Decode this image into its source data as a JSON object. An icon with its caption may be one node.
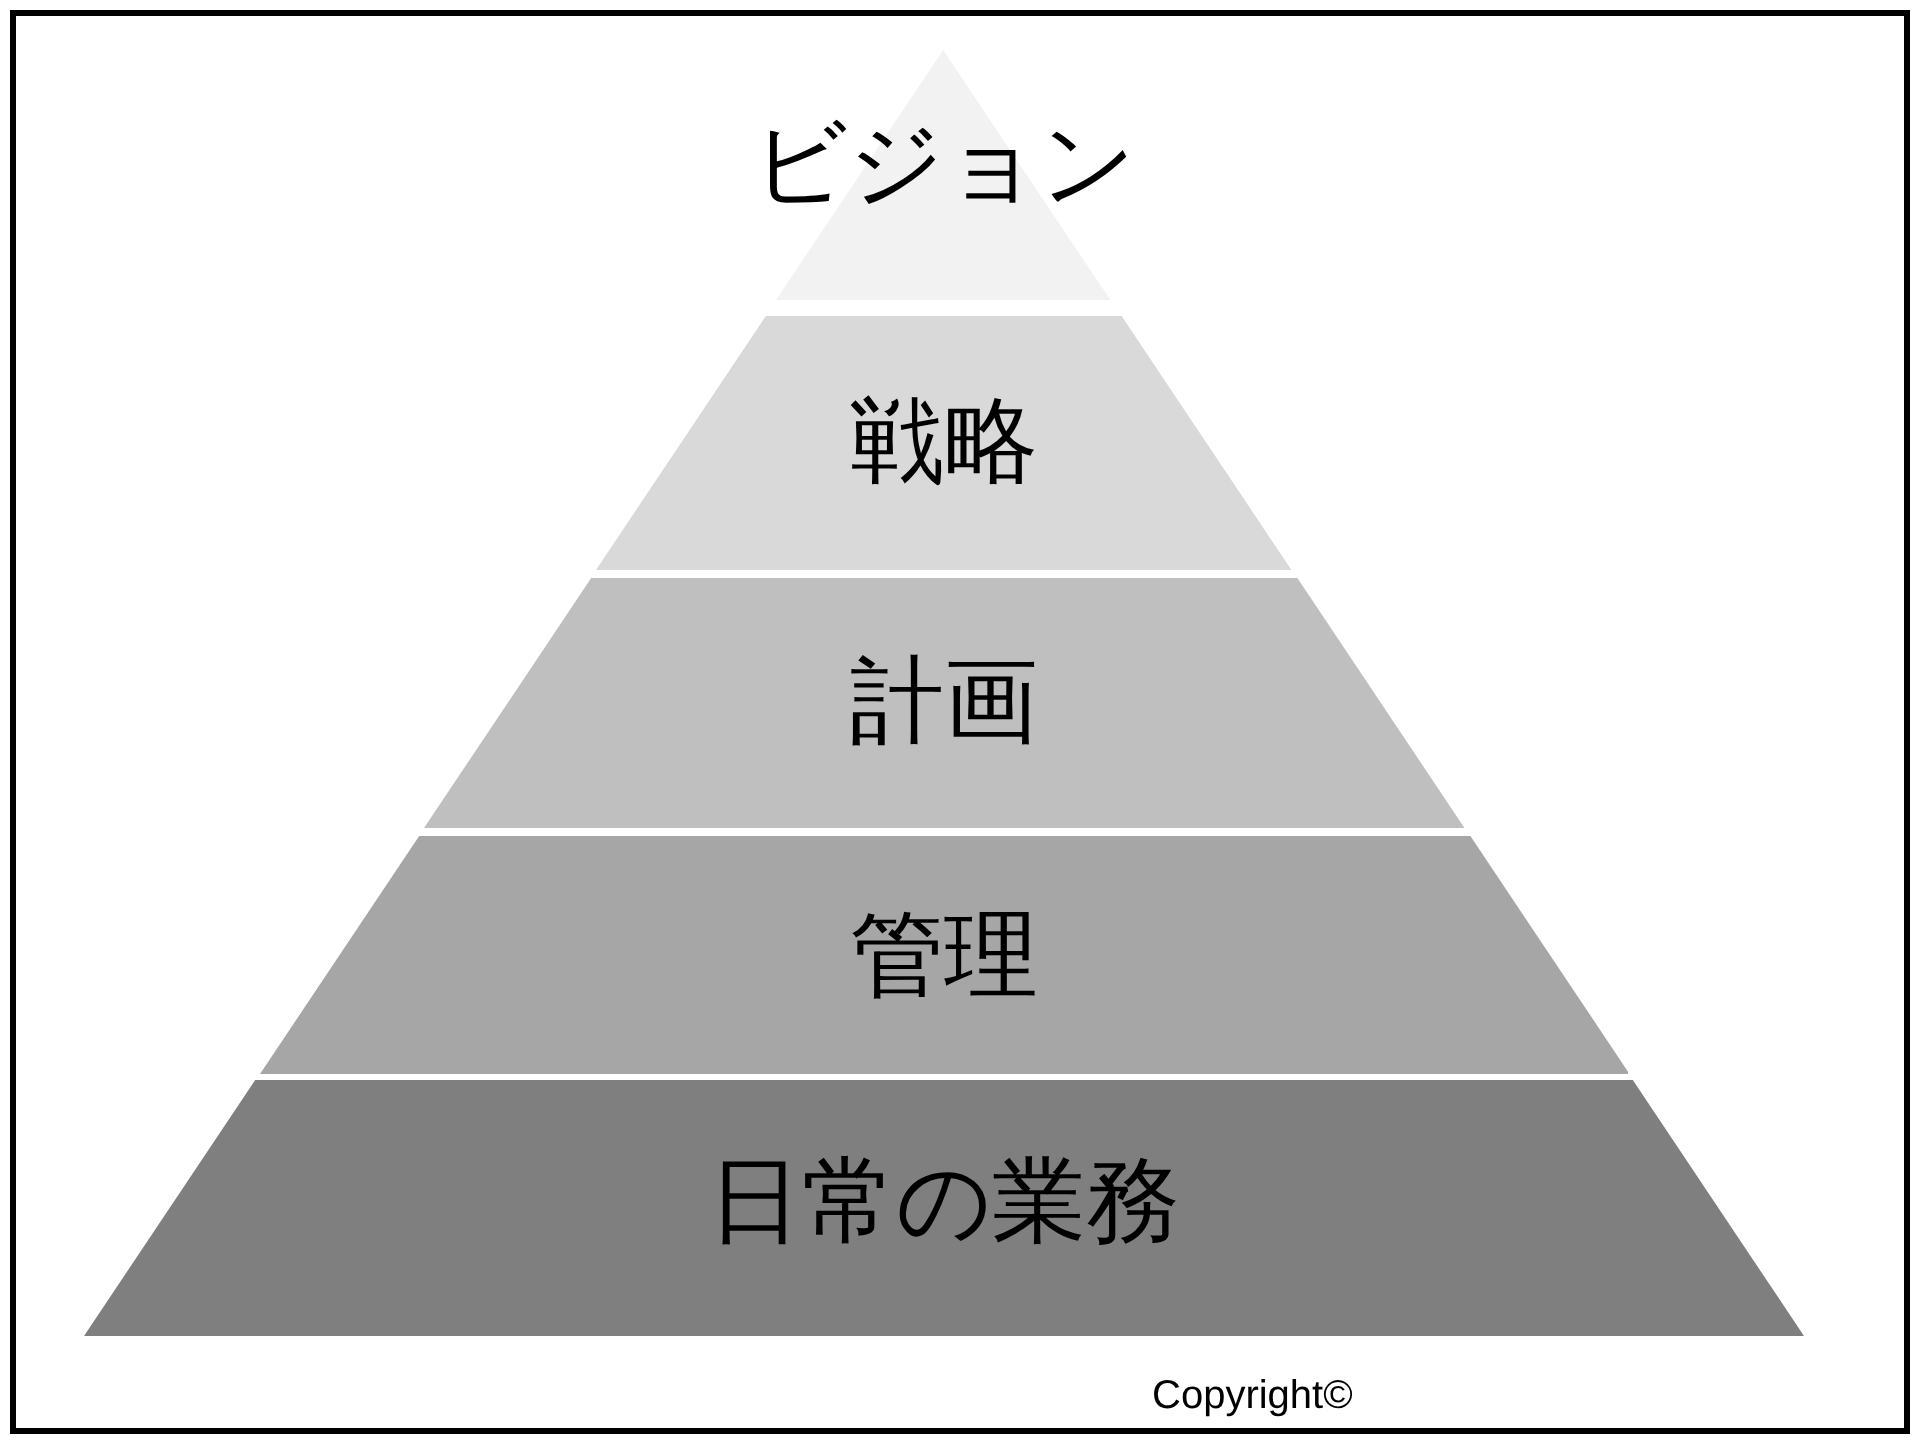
{
  "diagram": {
    "nodes": [
      {
        "text": [
          "ビジョン"
        ]
      },
      {
        "text": [
          "戦略"
        ]
      },
      {
        "text": [
          "計画"
        ]
      },
      {
        "text": [
          "管理"
        ]
      },
      {
        "text": [
          "日常の業務"
        ]
      }
    ],
    "labels": [
      "Copyright©"
    ]
  }
}
